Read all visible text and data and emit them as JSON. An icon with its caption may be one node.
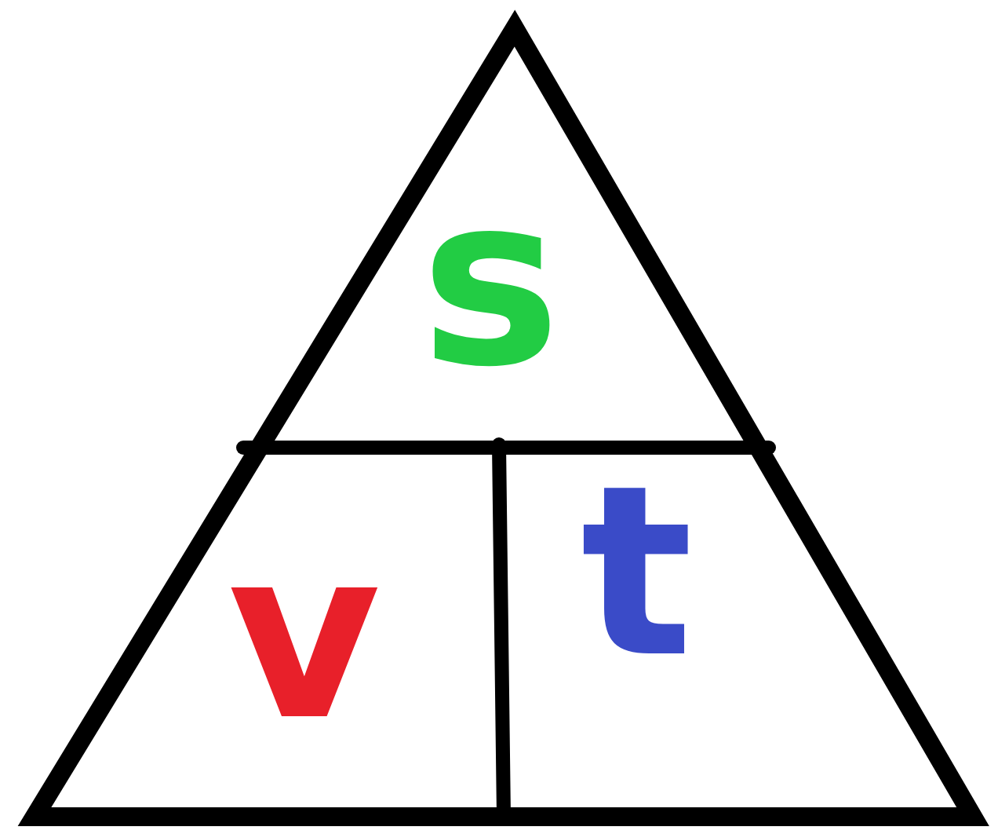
{
  "diagram": {
    "nodes": [
      {
        "text": [
          "s",
          "v",
          "t"
        ]
      }
    ]
  }
}
